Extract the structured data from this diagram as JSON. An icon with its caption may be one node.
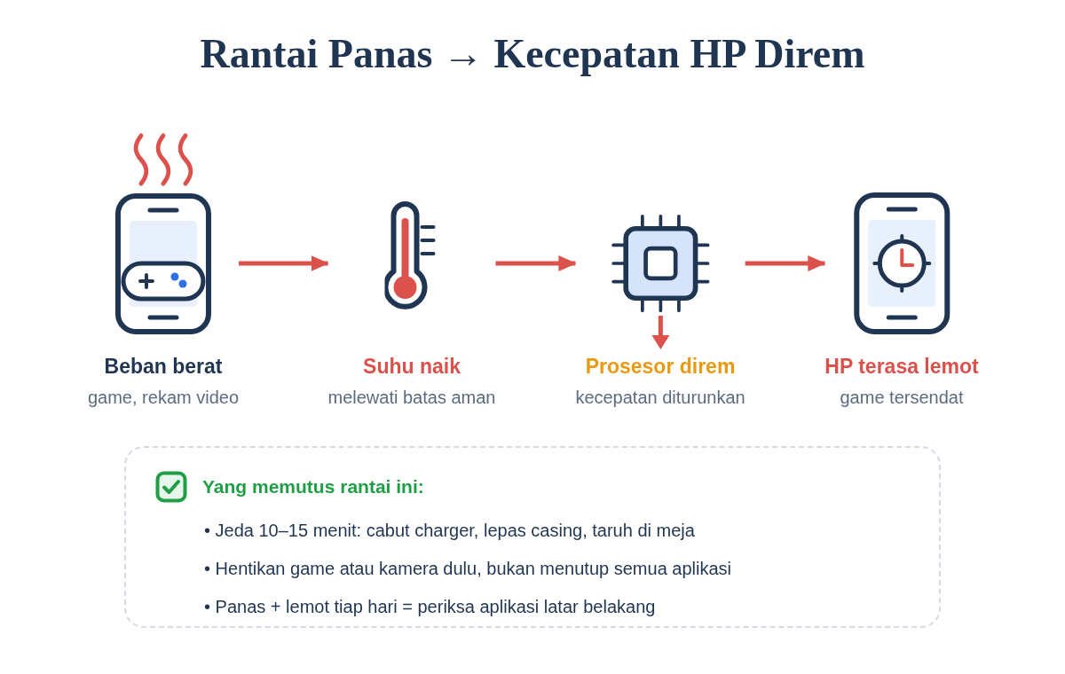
{
  "diagram": {
    "title": "Rantai Panas → Kecepatan HP Direm",
    "nodes": [
      {
        "text": [
          "Beban berat",
          "game, rekam video"
        ]
      },
      {
        "text": [
          "Suhu naik",
          "melewati batas aman"
        ]
      },
      {
        "text": [
          "Prosesor direm",
          "kecepatan diturunkan"
        ]
      },
      {
        "text": [
          "HP terasa lemot",
          "game tersendat"
        ]
      },
      {
        "text": [
          "Yang memutus rantai ini:",
          "• Jeda 10–15 menit: cabut charger, lepas casing, taruh di meja",
          "• Hentikan game atau kamera dulu, bukan menutup semua aplikasi",
          "• Panas + lemot tiap hari = periksa aplikasi latar belakang"
        ]
      }
    ],
    "edges": [
      {
        "from": 0,
        "to": 1,
        "arrow": "to"
      },
      {
        "from": 1,
        "to": 2,
        "arrow": "to"
      },
      {
        "from": 2,
        "to": 3,
        "arrow": "to"
      }
    ]
  }
}
